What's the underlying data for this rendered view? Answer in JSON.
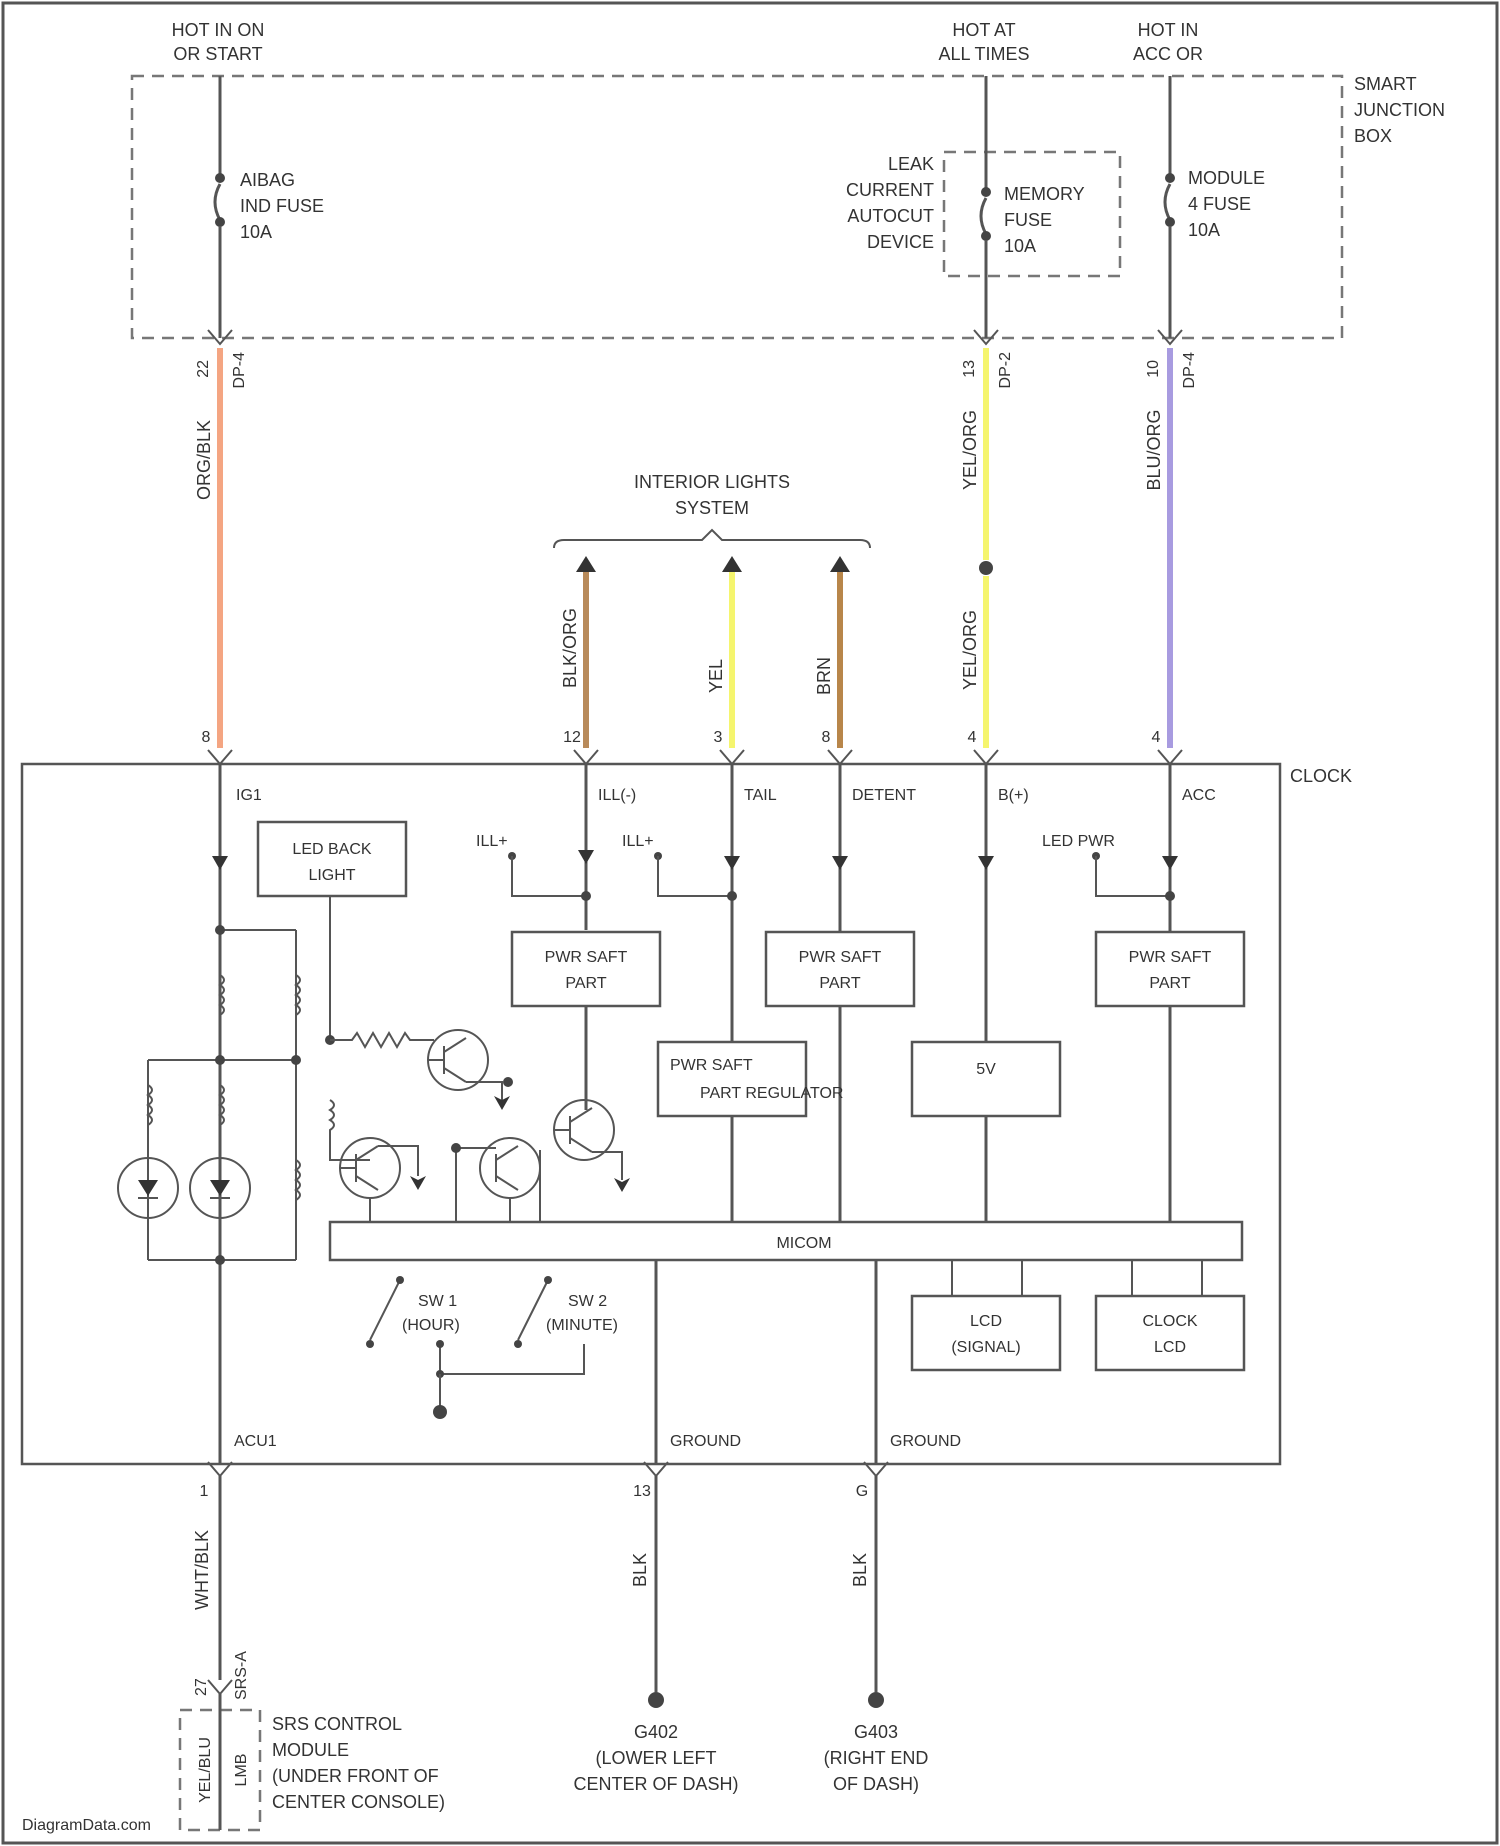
{
  "power_labels": {
    "hot_run_start": [
      "HOT IN ON",
      "OR START"
    ],
    "hot_all_times": [
      "HOT AT",
      "ALL TIMES"
    ],
    "hot_acc": [
      "HOT IN",
      "ACC OR"
    ]
  },
  "junction_box_label": [
    "SMART",
    "JUNCTION",
    "BOX"
  ],
  "fuses": {
    "airbag": [
      "AIBAG",
      "IND FUSE",
      "10A"
    ],
    "memory": [
      "MEMORY",
      "FUSE",
      "10A"
    ],
    "module": [
      "MODULE",
      "4 FUSE",
      "10A"
    ]
  },
  "leak_device_label": [
    "LEAK",
    "CURRENT",
    "AUTOCUT",
    "DEVICE"
  ],
  "connectors": {
    "airbag_top": "DP-4",
    "memory_top": "DP-2",
    "module_top": "DP-4",
    "airbag_top_pin": "22",
    "memory_top_pin": "13",
    "module_top_pin": "10"
  },
  "wire_colors": {
    "airbag": "ORG/BLK",
    "memory_upper": "YEL/ORG",
    "memory_lower": "YEL/ORG",
    "module": "BLU/ORG",
    "interior1": "BLK/ORG",
    "interior2": "YEL",
    "interior3": "BRN",
    "acu_out": "WHT/BLK",
    "ground1": "BLK",
    "ground2": "BLK",
    "srs_wire": "YEL/BLU"
  },
  "wire_hex": {
    "airbag": "#f4a582",
    "memory": "#f5f56e",
    "module": "#a89be0",
    "interior1": "#b88a5a",
    "interior2": "#f5f56e",
    "interior3": "#b8864a"
  },
  "interior_lights_label": [
    "INTERIOR LIGHTS",
    "SYSTEM"
  ],
  "clock_pins": {
    "ig1": "8",
    "ill_minus": "12",
    "tail": "3",
    "detent": "8",
    "b_plus": "4",
    "acc": "4"
  },
  "clock_label": "CLOCK",
  "terminals": {
    "ig1": "IG1",
    "ill_minus": "ILL(-)",
    "tail": "TAIL",
    "detent": "DETENT",
    "b_plus": "B(+)",
    "acc": "ACC",
    "acu_out": "ACU1",
    "ground1": "GROUND",
    "ground2": "GROUND"
  },
  "internal": {
    "led_back_light": [
      "LED BACK",
      "LIGHT"
    ],
    "ill_plus_1": "ILL+",
    "ill_plus_2": "ILL+",
    "led_pwr": "LED PWR",
    "pwr_supply_1": [
      "PWR SAFT",
      "PART"
    ],
    "pwr_supply_2": [
      "PWR SAFT",
      "PART"
    ],
    "pwr_supply_3": [
      "PWR SAFT",
      "PART"
    ],
    "pwr_regulator": [
      "PWR SAFT",
      "PART REGULATOR"
    ],
    "five_v": "5V",
    "micom": "MICOM",
    "sw1": [
      "SW 1",
      "(HOUR)"
    ],
    "sw2": [
      "SW 2",
      "(MINUTE)"
    ],
    "lcd_signal": [
      "LCD",
      "(SIGNAL)"
    ],
    "clock_lcd": [
      "CLOCK",
      "LCD"
    ]
  },
  "bottom": {
    "acu_pin": "1",
    "srs_pin": "27",
    "srs_conn": "SRS-A",
    "srs_conn2": "LMB",
    "srs_module": [
      "SRS CONTROL",
      "MODULE",
      "(UNDER FRONT OF",
      "CENTER CONSOLE)"
    ],
    "ground1_pin": "13",
    "ground2_pin": "G",
    "g402": [
      "G402",
      "(LOWER LEFT",
      "CENTER OF DASH)"
    ],
    "g403": [
      "G403",
      "(RIGHT END",
      "OF DASH)"
    ]
  },
  "watermark": "DiagramData.com"
}
